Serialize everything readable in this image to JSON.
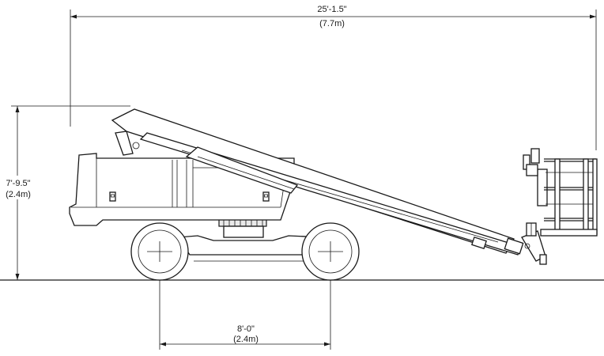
{
  "dimensions": {
    "overall_length": {
      "imperial": "25'-1.5\"",
      "metric": "(7.7m)"
    },
    "stowed_height": {
      "imperial": "7'-9.5\"",
      "metric": "(2.4m)"
    },
    "wheelbase": {
      "imperial": "8'-0\"",
      "metric": "(2.4m)"
    }
  }
}
